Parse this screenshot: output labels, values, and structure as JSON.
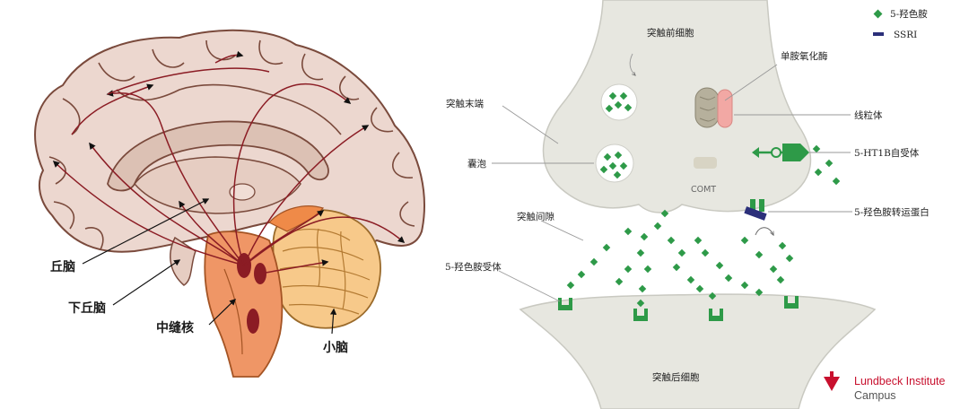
{
  "brain_labels": {
    "thalamus": "丘脑",
    "hypothalamus": "下丘脑",
    "raphe": "中缝核",
    "cerebellum": "小脑"
  },
  "synapse_labels": {
    "presynaptic": "突触前细胞",
    "terminal": "突触末端",
    "vesicle": "囊泡",
    "cleft": "突触间隙",
    "receptor": "5-羟色胺受体",
    "postsynaptic": "突触后细胞",
    "mao": "单胺氧化酶",
    "mitochondria": "线粒体",
    "autoreceptor": "5-HT1B自受体",
    "transporter": "5-羟色胺转运蛋白",
    "comt": "COMT"
  },
  "legend": [
    {
      "label": "5-羟色胺",
      "color": "#2e9a48",
      "icon": "diamond-icon"
    },
    {
      "label": "SSRI",
      "color": "#2b2f7a",
      "icon": "bar-icon"
    }
  ],
  "brand": {
    "line1": "Lundbeck Institute",
    "line2": "Campus",
    "color": "#c8102e"
  },
  "colors": {
    "brain_tissue": "#ecd7cf",
    "brain_outline": "#7a4a3c",
    "pathway": "#8b1c24",
    "brainstem": "#ef9666",
    "cerebellum": "#f7c98a",
    "neuron": "#e7e7e0",
    "serotonin": "#2e9a48",
    "ssri": "#2b2f7a"
  }
}
